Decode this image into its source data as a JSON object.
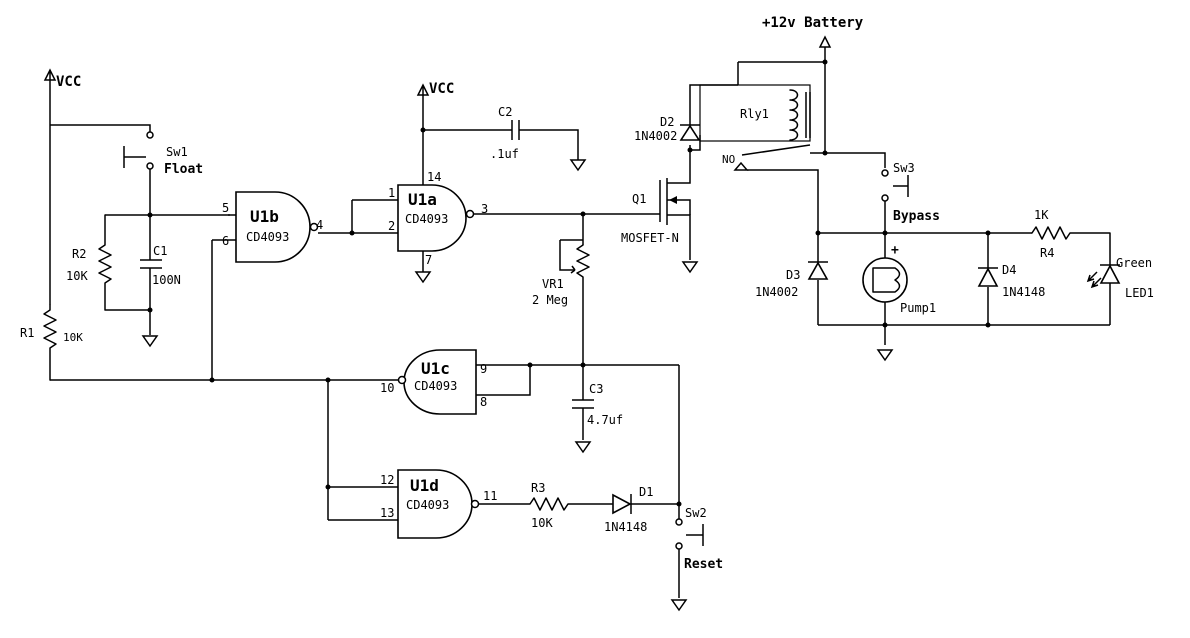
{
  "power": {
    "battery": "+12v Battery",
    "vcc_left": "VCC",
    "vcc_mid": "VCC"
  },
  "gates": {
    "u1a": {
      "name": "U1a",
      "part": "CD4093",
      "pins": [
        "1",
        "2",
        "3",
        "14",
        "7"
      ]
    },
    "u1b": {
      "name": "U1b",
      "part": "CD4093",
      "pins": [
        "5",
        "6",
        "4"
      ]
    },
    "u1c": {
      "name": "U1c",
      "part": "CD4093",
      "pins": [
        "10",
        "9",
        "8"
      ]
    },
    "u1d": {
      "name": "U1d",
      "part": "CD4093",
      "pins": [
        "12",
        "13",
        "11"
      ]
    }
  },
  "switches": {
    "sw1": {
      "name": "Sw1",
      "label": "Float"
    },
    "sw2": {
      "name": "Sw2",
      "label": "Reset"
    },
    "sw3": {
      "name": "Sw3",
      "label": "Bypass"
    }
  },
  "resistors": {
    "r1": {
      "name": "R1",
      "value": "10K"
    },
    "r2": {
      "name": "R2",
      "value": "10K"
    },
    "r3": {
      "name": "R3",
      "value": "10K"
    },
    "r4": {
      "name": "R4",
      "value": "1K"
    },
    "vr1": {
      "name": "VR1",
      "value": "2 Meg"
    }
  },
  "capacitors": {
    "c1": {
      "name": "C1",
      "value": "100N"
    },
    "c2": {
      "name": "C2",
      "value": ".1uf"
    },
    "c3": {
      "name": "C3",
      "value": "4.7uf"
    }
  },
  "diodes": {
    "d1": {
      "name": "D1",
      "part": "1N4148"
    },
    "d2": {
      "name": "D2",
      "part": "1N4002"
    },
    "d3": {
      "name": "D3",
      "part": "1N4002"
    },
    "d4": {
      "name": "D4",
      "part": "1N4148"
    }
  },
  "transistor": {
    "name": "Q1",
    "part": "MOSFET-N"
  },
  "relay": {
    "name": "Rly1",
    "contact": "NO"
  },
  "pump": {
    "name": "Pump1",
    "polarity": "+"
  },
  "led": {
    "name": "LED1",
    "color": "Green"
  }
}
